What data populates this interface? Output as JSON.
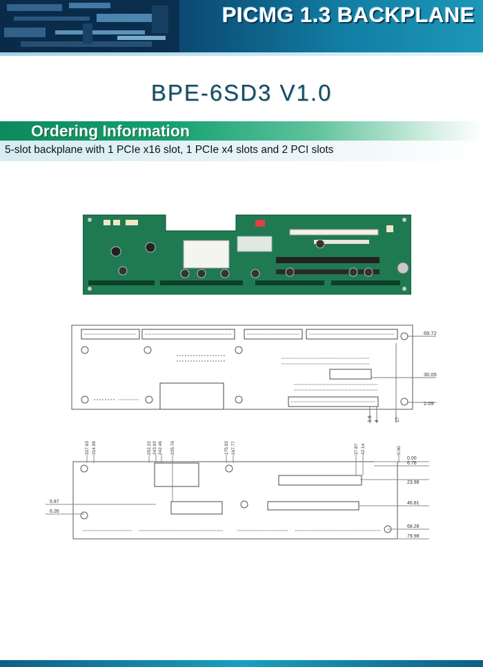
{
  "header": {
    "title": "PICMG 1.3 BACKPLANE"
  },
  "product": {
    "name": "BPE-6SD3 V1.0"
  },
  "ordering": {
    "title": "Ordering Information",
    "description": "5-slot backplane with 1 PCIe x16 slot, 1 PCIe x4 slots and 2 PCI slots"
  },
  "top_drawing": {
    "right_dims": [
      "69.72",
      "30.05",
      "2.09"
    ],
    "bottom_dims": [
      "3.8",
      "4",
      "17"
    ]
  },
  "bottom_drawing": {
    "top_dims": [
      "327.63",
      "314.99",
      "252.22",
      "243.92",
      "242.46",
      "225.76",
      "175.93",
      "167.77",
      "37.87",
      "42.14",
      "0.00"
    ],
    "left_dims": [
      "5.87",
      "6.26"
    ],
    "right_dims": [
      "0.00",
      "6.76",
      "23.98",
      "46.81",
      "68.28",
      "79.98"
    ]
  },
  "colors": {
    "banner": "#0e5f86",
    "section": "#15a070",
    "pcb": "#1f7a52"
  }
}
